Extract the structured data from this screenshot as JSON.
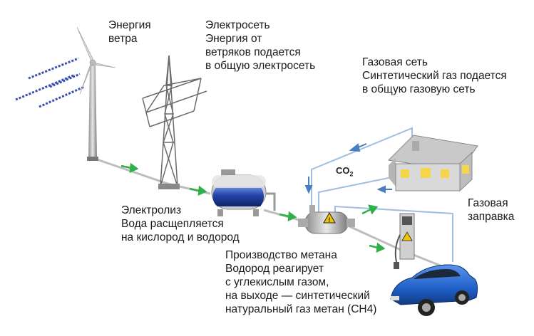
{
  "labels": {
    "wind": {
      "lines": [
        "Энергия",
        "ветра"
      ]
    },
    "grid": {
      "lines": [
        "Электросеть",
        "Энергия от",
        "ветряков подается",
        "в общую электросеть"
      ]
    },
    "gas_network": {
      "lines": [
        "Газовая сеть",
        "Синтетический газ подается",
        "в общую газовую сеть"
      ]
    },
    "electrolysis": {
      "lines": [
        "Электролиз",
        "Вода расщепляется",
        "на кислород и водород"
      ]
    },
    "methanation": {
      "lines": [
        "Производство метана",
        "Водород реагирует",
        "с углекислым газом,",
        "на выходе — синтетический",
        "натуральный газ метан (CH4)"
      ]
    },
    "gas_station": {
      "lines": [
        "Газовая",
        "заправка"
      ]
    },
    "co2": {
      "main": "CO",
      "sub": "2"
    }
  },
  "colors": {
    "flow_arrow": "#2fb04a",
    "co2_arrow": "#4a7fbf",
    "gas_line": "#9fbfe0",
    "power_line": "#9a9a9a",
    "house_window": "#f5d64a",
    "car_body": "#1f5fc8",
    "tank_liquid": "#2244a8",
    "wind_stream": "#3a4fb0"
  },
  "icons": [
    "wind-turbine-icon",
    "power-pylon-icon",
    "electrolyzer-tank-icon",
    "methanation-reactor-icon",
    "house-icon",
    "gas-pump-icon",
    "car-icon"
  ]
}
